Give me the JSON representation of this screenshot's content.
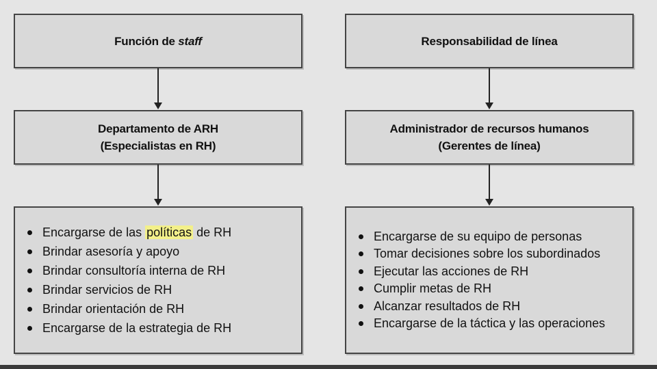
{
  "left": {
    "top_box": {
      "text_plain": "Función de ",
      "text_italic": "staff"
    },
    "mid_box": {
      "line1": "Departamento de ARH",
      "line2": "(Especialistas en RH)"
    },
    "list": {
      "item0_prefix": "Encargarse de las ",
      "item0_highlight": "políticas",
      "item0_suffix": " de RH",
      "items": [
        "Brindar asesoría y apoyo",
        "Brindar consultoría interna de RH",
        "Brindar servicios de RH",
        "Brindar orientación de RH",
        "Encargarse de la estrategia de RH"
      ]
    }
  },
  "right": {
    "top_box": {
      "text": "Responsabilidad de línea"
    },
    "mid_box": {
      "line1": "Administrador de recursos humanos",
      "line2": "(Gerentes de línea)"
    },
    "list": {
      "items": [
        "Encargarse de su equipo de personas",
        "Tomar decisiones sobre los subordinados",
        "Ejecutar las acciones de RH",
        "Cumplir metas de RH",
        "Alcanzar resultados de RH",
        "Encargarse de la táctica y las operaciones"
      ]
    }
  },
  "colors": {
    "background": "#e5e5e5",
    "box_fill": "#d9d9d9",
    "box_border": "#444444",
    "highlight": "#f3f08a"
  }
}
